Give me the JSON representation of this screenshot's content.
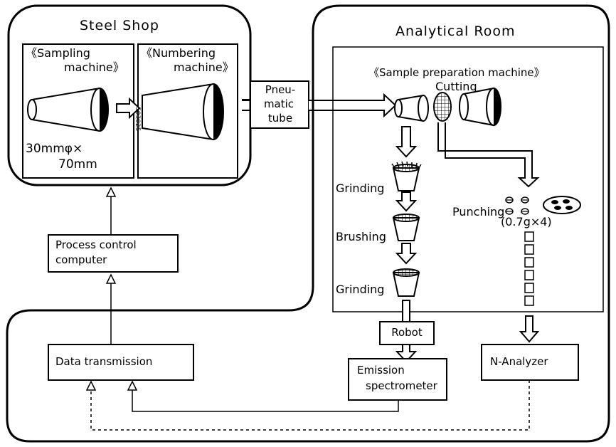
{
  "steel_shop": {
    "title": "Steel Shop",
    "sampling_label": "《Sampling machine》",
    "sampling_line1": "Sampling",
    "sampling_line2": "machine",
    "numbering_line1": "Numbering",
    "numbering_line2": "machine",
    "sample_size_line1": "30mmφ×",
    "sample_size_line2": "70mm",
    "sample_number": "503025"
  },
  "pneumatic_tube": {
    "line1": "Pneu-",
    "line2": "matic",
    "line3": "tube"
  },
  "analytical_room": {
    "title": "Analytical  Room",
    "machine_label": "《Sample preparation machine》",
    "cutting": "Cutting",
    "grinding_1": "Grinding",
    "brushing": "Brushing",
    "grinding_2": "Grinding",
    "punching": "Punching",
    "punch_amount": "(0.7g×4)"
  },
  "process_control": {
    "line1": "Process control",
    "line2": "computer"
  },
  "data_transmission": "Data transmission",
  "robot": "Robot",
  "emission": {
    "line1": "Emission",
    "line2": "spectrometer"
  },
  "n_analyzer": "N-Analyzer"
}
